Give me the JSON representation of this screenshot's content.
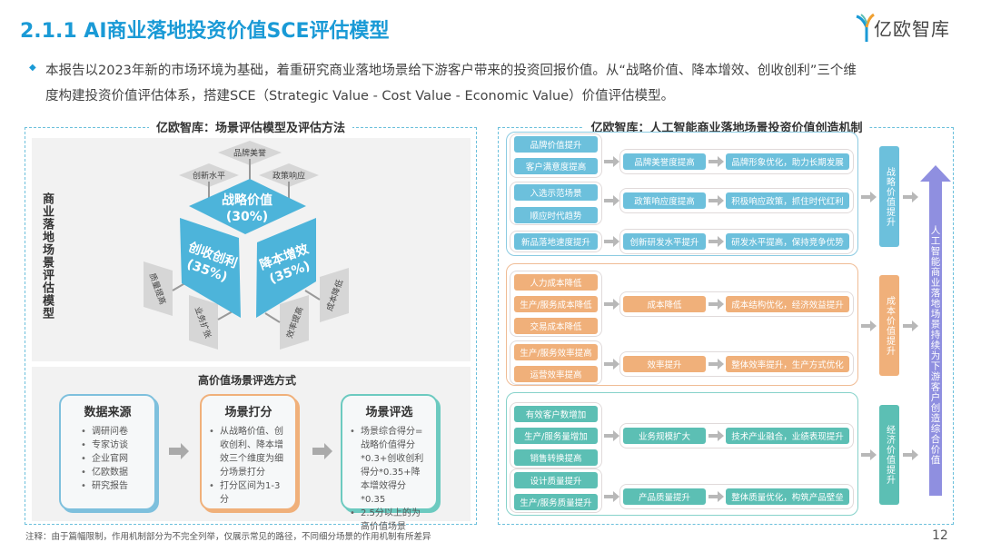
{
  "header": {
    "title": "2.1.1 AI商业落地投资价值SCE评估模型",
    "logo_text": "亿欧智库"
  },
  "intro": {
    "bullet_icon": "diamond-icon",
    "line1": "本报告以2023年新的市场环境为基础，着重研究商业落地场景给下游客户带来的投资回报价值。从“战略价值、降本增效、创收创利”三个维",
    "line2": "度构建投资价值评估体系，搭建SCE（Strategic Value - Cost Value - Economic Value）价值评估模型。"
  },
  "left_panel": {
    "title": "亿欧智库：场景评估模型及评估方法",
    "side_label": "商业落地场景评估模型",
    "cube": {
      "top": {
        "name": "战略价值",
        "pct": "(30%)"
      },
      "left": {
        "name": "创收创利",
        "pct": "(35%)"
      },
      "right": {
        "name": "降本增效",
        "pct": "(35%)"
      },
      "factors_top": [
        "创新水平",
        "品牌美誉",
        "政策响应"
      ],
      "factors_left": [
        "质量提高",
        "业务扩张"
      ],
      "factors_right": [
        "效率提高",
        "成本降低"
      ]
    },
    "method": {
      "title": "高价值场景评选方式",
      "cards": [
        {
          "title": "数据来源",
          "items": [
            "调研问卷",
            "专家访谈",
            "企业官网",
            "亿欧数据",
            "研究报告"
          ]
        },
        {
          "title": "场景打分",
          "items": [
            "从战略价值、创收创利、降本增效三个维度为细分场景打分",
            "打分区间为1-3分"
          ]
        },
        {
          "title": "场景评选",
          "items": [
            "场景综合得分=战略价值得分*0.3+创收创利得分*0.35+降本增效得分*0.35",
            "2.5分以上的为高价值场景"
          ]
        }
      ]
    }
  },
  "right_panel": {
    "title": "亿欧智库：人工智能商业落地场景投资价值创造机制",
    "groups": [
      {
        "color": "#6cc0dc",
        "border": "#8ccbe2",
        "value": "战略价值提升",
        "rows": [
          {
            "inputs": [
              "品牌价值提升",
              "客户满意度提高"
            ],
            "mid": "品牌美誉度提高",
            "result": "品牌形象优化，助力长期发展"
          },
          {
            "inputs": [
              "入选示范场景",
              "顺应时代趋势"
            ],
            "mid": "政策响应度提高",
            "result": "积极响应政策，抓住时代红利"
          },
          {
            "inputs": [
              "新品落地速度提升"
            ],
            "mid": "创新研发水平提升",
            "result": "研发水平提高，保持竞争优势"
          }
        ]
      },
      {
        "color": "#f0b07a",
        "border": "#f0bc95",
        "value": "成本价值提升",
        "rows": [
          {
            "inputs": [
              "人力成本降低",
              "生产/服务成本降低",
              "交易成本降低"
            ],
            "mid": "成本降低",
            "result": "成本结构优化，经济效益提升"
          },
          {
            "inputs": [
              "生产/服务效率提高",
              "运营效率提高"
            ],
            "mid": "效率提升",
            "result": "整体效率提升，生产方式优化"
          }
        ]
      },
      {
        "color": "#5cbfb4",
        "border": "#86d2ca",
        "value": "经济价值提升",
        "rows": [
          {
            "inputs": [
              "有效客户数增加",
              "生产/服务量增加",
              "销售转换提高"
            ],
            "mid": "业务规模扩大",
            "result": "技术产业融合，业绩表现提升"
          },
          {
            "inputs": [
              "设计质量提升",
              "生产/服务质量提升"
            ],
            "mid": "产品质量提升",
            "result": "整体质量优化，构筑产品壁垒"
          }
        ]
      }
    ],
    "final": "人工智能商业落地场景持续为下游客户创造综合价值",
    "final_color": "#8f8fe0"
  },
  "footer": {
    "note": "注释：由于篇幅限制，作用机制部分为不完全列举，仅展示常见的路径，不同细分场景的作用机制有所差异",
    "page": "12"
  }
}
